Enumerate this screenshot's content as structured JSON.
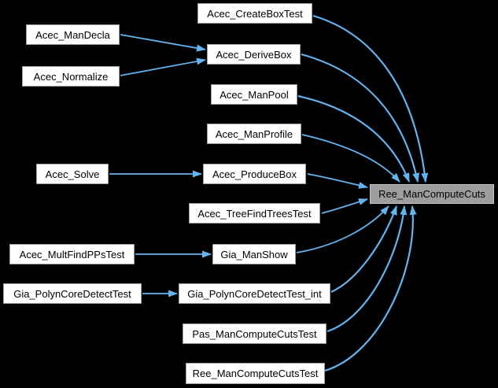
{
  "diagram": {
    "kind": "doxygen-caller-graph",
    "target_function": "Ree_ManComputeCuts"
  },
  "colors": {
    "background": "#000000",
    "node_fill": "#ffffff",
    "node_border": "#9e9e9e",
    "target_node_fill": "#9e9e9e",
    "target_node_border": "#c4c4c4",
    "node_text": "#000000",
    "edge": "#63b4f0"
  },
  "graph": {
    "nodes": [
      {
        "id": "acec_createboxtest",
        "label": "Acec_CreateBoxTest"
      },
      {
        "id": "acec_mandecla",
        "label": "Acec_ManDecla"
      },
      {
        "id": "acec_derivebox",
        "label": "Acec_DeriveBox"
      },
      {
        "id": "acec_normalize",
        "label": "Acec_Normalize"
      },
      {
        "id": "acec_manpool",
        "label": "Acec_ManPool"
      },
      {
        "id": "acec_manprofile",
        "label": "Acec_ManProfile"
      },
      {
        "id": "acec_solve",
        "label": "Acec_Solve"
      },
      {
        "id": "acec_producebox",
        "label": "Acec_ProduceBox"
      },
      {
        "id": "acec_treefindtreestest",
        "label": "Acec_TreeFindTreesTest"
      },
      {
        "id": "acec_multfindppstest",
        "label": "Acec_MultFindPPsTest"
      },
      {
        "id": "gia_manshow",
        "label": "Gia_ManShow"
      },
      {
        "id": "gia_polyncoredetecttest",
        "label": "Gia_PolynCoreDetectTest"
      },
      {
        "id": "gia_polyncoredetecttest_int",
        "label": "Gia_PolynCoreDetectTest_int"
      },
      {
        "id": "pas_mancomputecutstest",
        "label": "Pas_ManComputeCutsTest"
      },
      {
        "id": "ree_mancomputecutstest",
        "label": "Ree_ManComputeCutsTest"
      },
      {
        "id": "ree_mancomputecuts",
        "label": "Ree_ManComputeCuts"
      }
    ],
    "edges": [
      {
        "from": "Acec_ManDecla",
        "to": "Acec_DeriveBox"
      },
      {
        "from": "Acec_Normalize",
        "to": "Acec_DeriveBox"
      },
      {
        "from": "Acec_Solve",
        "to": "Acec_ProduceBox"
      },
      {
        "from": "Acec_MultFindPPsTest",
        "to": "Gia_ManShow"
      },
      {
        "from": "Gia_PolynCoreDetectTest",
        "to": "Gia_PolynCoreDetectTest_int"
      },
      {
        "from": "Acec_CreateBoxTest",
        "to": "Ree_ManComputeCuts"
      },
      {
        "from": "Acec_DeriveBox",
        "to": "Ree_ManComputeCuts"
      },
      {
        "from": "Acec_ManPool",
        "to": "Ree_ManComputeCuts"
      },
      {
        "from": "Acec_ManProfile",
        "to": "Ree_ManComputeCuts"
      },
      {
        "from": "Acec_ProduceBox",
        "to": "Ree_ManComputeCuts"
      },
      {
        "from": "Acec_TreeFindTreesTest",
        "to": "Ree_ManComputeCuts"
      },
      {
        "from": "Gia_ManShow",
        "to": "Ree_ManComputeCuts"
      },
      {
        "from": "Gia_PolynCoreDetectTest_int",
        "to": "Ree_ManComputeCuts"
      },
      {
        "from": "Pas_ManComputeCutsTest",
        "to": "Ree_ManComputeCuts"
      },
      {
        "from": "Ree_ManComputeCutsTest",
        "to": "Ree_ManComputeCuts"
      }
    ]
  }
}
